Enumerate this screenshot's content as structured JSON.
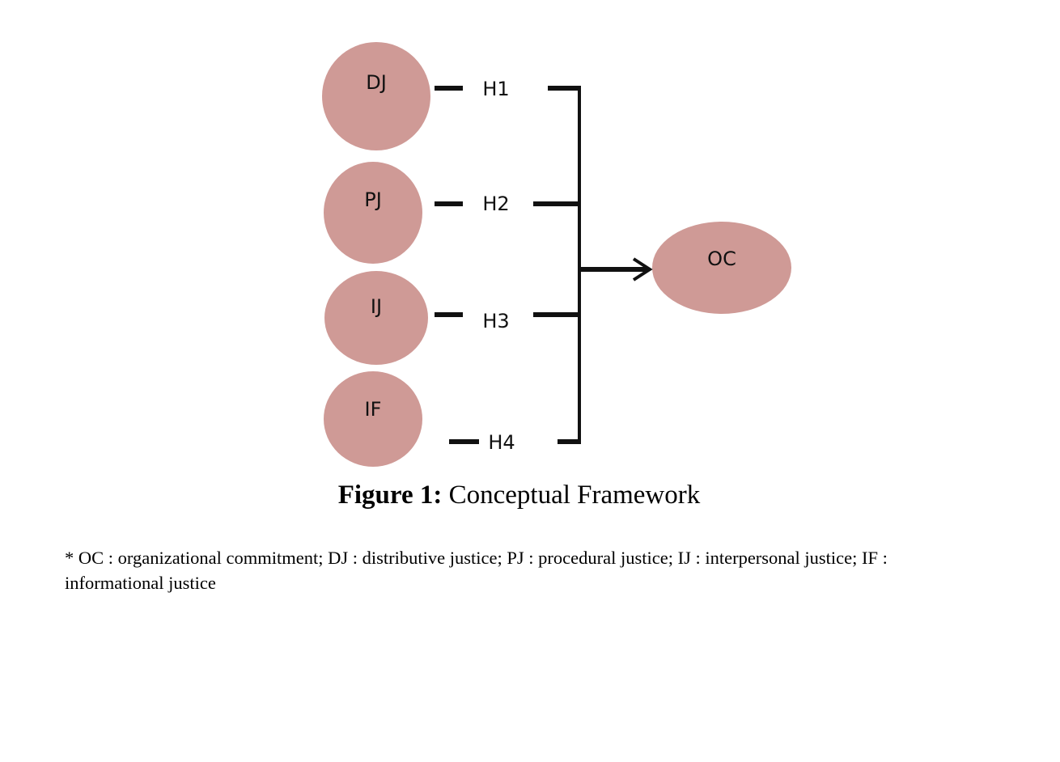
{
  "nodes": {
    "dj": "DJ",
    "pj": "PJ",
    "ij": "IJ",
    "if": "IF",
    "oc": "OC"
  },
  "hypotheses": {
    "h1": "H1",
    "h2": "H2",
    "h3": "H3",
    "h4": "H4"
  },
  "colors": {
    "node_fill": "#cf9a96",
    "line": "#111111"
  },
  "caption": {
    "bold": "Figure 1:",
    "text": "Conceptual Framework"
  },
  "footnote": {
    "line1": "* OC : organizational commitment; DJ : distributive justice; PJ : procedural justice; IJ : interpersonal justice; IF :",
    "line2": "informational justice"
  }
}
